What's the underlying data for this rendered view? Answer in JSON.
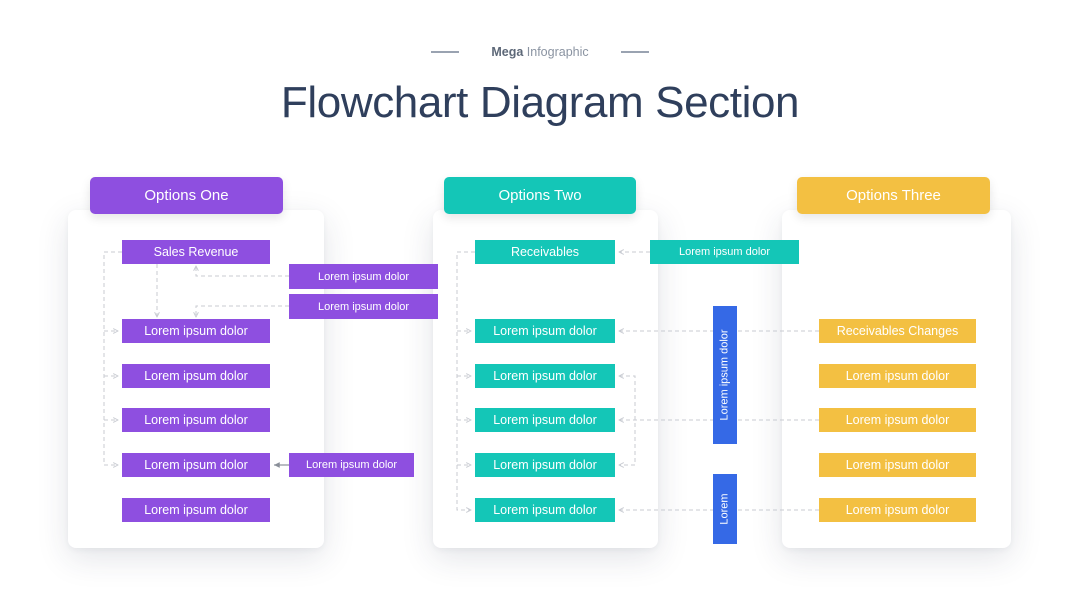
{
  "header": {
    "subtitle_bold": "Mega",
    "subtitle_rest": "Infographic",
    "title": "Flowchart Diagram Section"
  },
  "colors": {
    "purple": "#8e4fe0",
    "teal": "#14c6b7",
    "yellow": "#f3c042",
    "blue": "#3569e6",
    "title": "#2f3f5c",
    "connector": "#c8cbd2"
  },
  "column_one": {
    "header": "Options One",
    "items": [
      "Sales Revenue",
      "Lorem ipsum dolor",
      "Lorem ipsum dolor",
      "Lorem ipsum dolor",
      "Lorem ipsum dolor",
      "Lorem ipsum dolor"
    ],
    "side_items": [
      "Lorem ipsum dolor",
      "Lorem ipsum dolor",
      "Lorem ipsum dolor"
    ]
  },
  "column_two": {
    "header": "Options Two",
    "items": [
      "Receivables",
      "Lorem ipsum dolor",
      "Lorem ipsum dolor",
      "Lorem ipsum dolor",
      "Lorem ipsum dolor",
      "Lorem ipsum dolor"
    ],
    "side_item": "Lorem ipsum dolor"
  },
  "column_three": {
    "header": "Options Three",
    "items": [
      "Receivables Changes",
      "Lorem ipsum dolor",
      "Lorem ipsum dolor",
      "Lorem ipsum dolor",
      "Lorem ipsum dolor"
    ]
  },
  "vertical_bars": [
    "Lorem ipsum dolor",
    "Lorem"
  ]
}
